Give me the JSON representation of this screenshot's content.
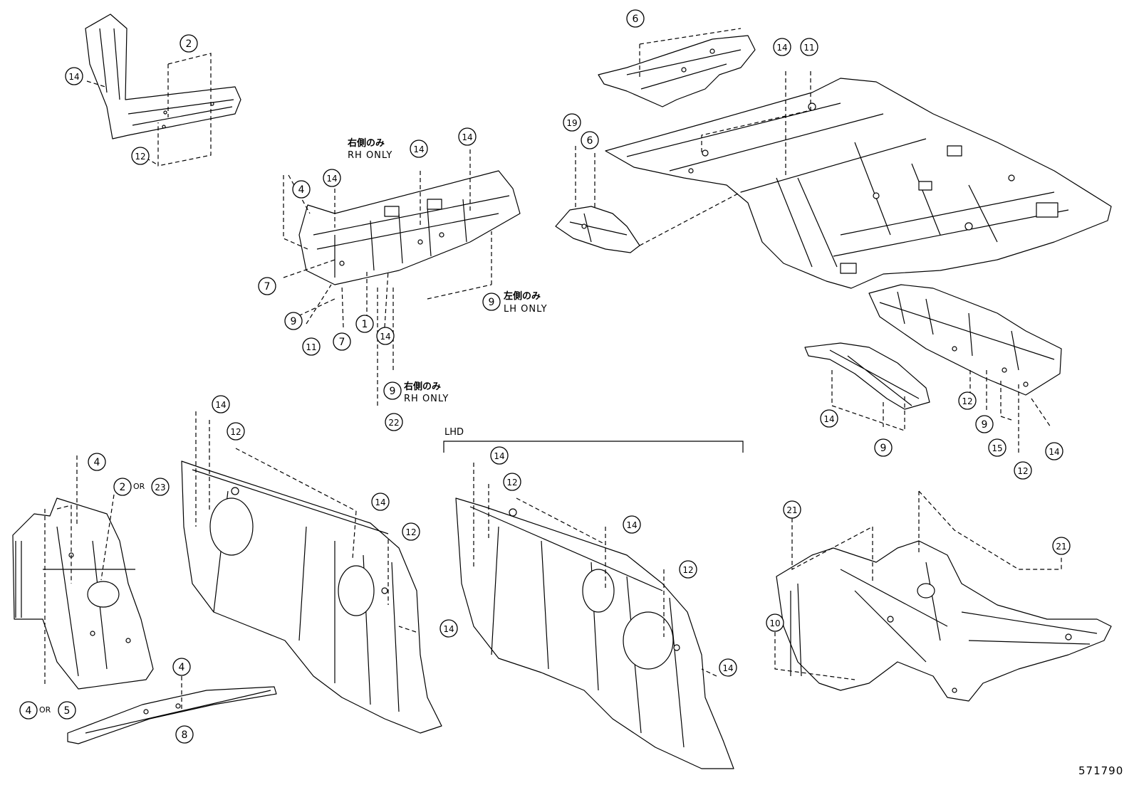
{
  "diagram": {
    "reference_number": "571790",
    "lhd_label": "LHD",
    "or_label": "OR",
    "notes": {
      "rh_only_jp": "右側のみ",
      "rh_only_en": "RH ONLY",
      "lh_only_jp": "左側のみ",
      "lh_only_en": "LH ONLY"
    },
    "callouts": [
      "1",
      "2",
      "4",
      "5",
      "6",
      "7",
      "8",
      "9",
      "10",
      "11",
      "12",
      "14",
      "15",
      "19",
      "21",
      "22",
      "23"
    ]
  }
}
